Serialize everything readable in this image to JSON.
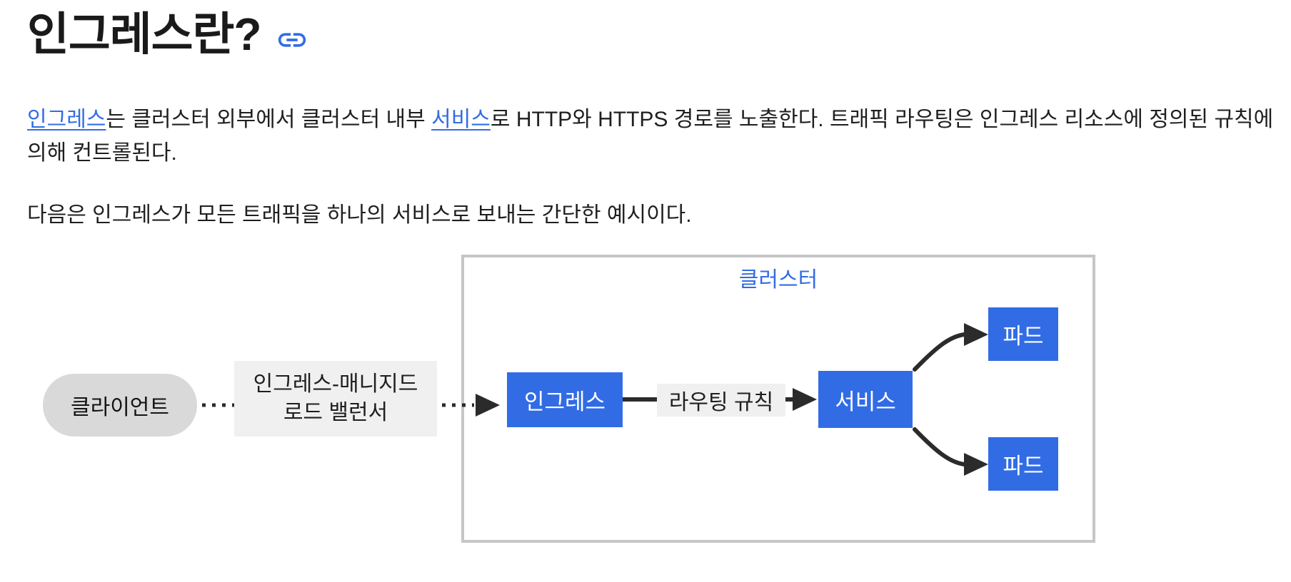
{
  "content": {
    "heading": "인그레스란?",
    "paragraph1": {
      "link_ingress": "인그레스",
      "text_mid": "는 클러스터 외부에서 클러스터 내부 ",
      "link_service": "서비스",
      "text_end": "로 HTTP와 HTTPS 경로를 노출한다. 트래픽 라우팅은 인그레스 리소스에 정의된 규칙에 의해 컨트롤된다."
    },
    "paragraph2": "다음은 인그레스가 모든 트래픽을 하나의 서비스로 보내는 간단한 예시이다."
  },
  "icons": {
    "heading_anchor": "link-icon"
  },
  "diagram": {
    "cluster_label": "클러스터",
    "client_label": "클라이언트",
    "lb_label": [
      "인그레스-매니지드",
      "로드 밸런서"
    ],
    "ingress_label": "인그레스",
    "routing_label": "라우팅 규칙",
    "service_label": "서비스",
    "pods": [
      "파드",
      "파드"
    ],
    "colors": {
      "box_blue": "#326ce5",
      "link_blue": "#326ce5",
      "cluster_border": "#c6c6c6",
      "client_pill_bg": "#d9d9d9",
      "label_bg": "#f0f0f0",
      "arrow": "#2b2b2b",
      "text_dark": "#1f1f1f"
    }
  }
}
